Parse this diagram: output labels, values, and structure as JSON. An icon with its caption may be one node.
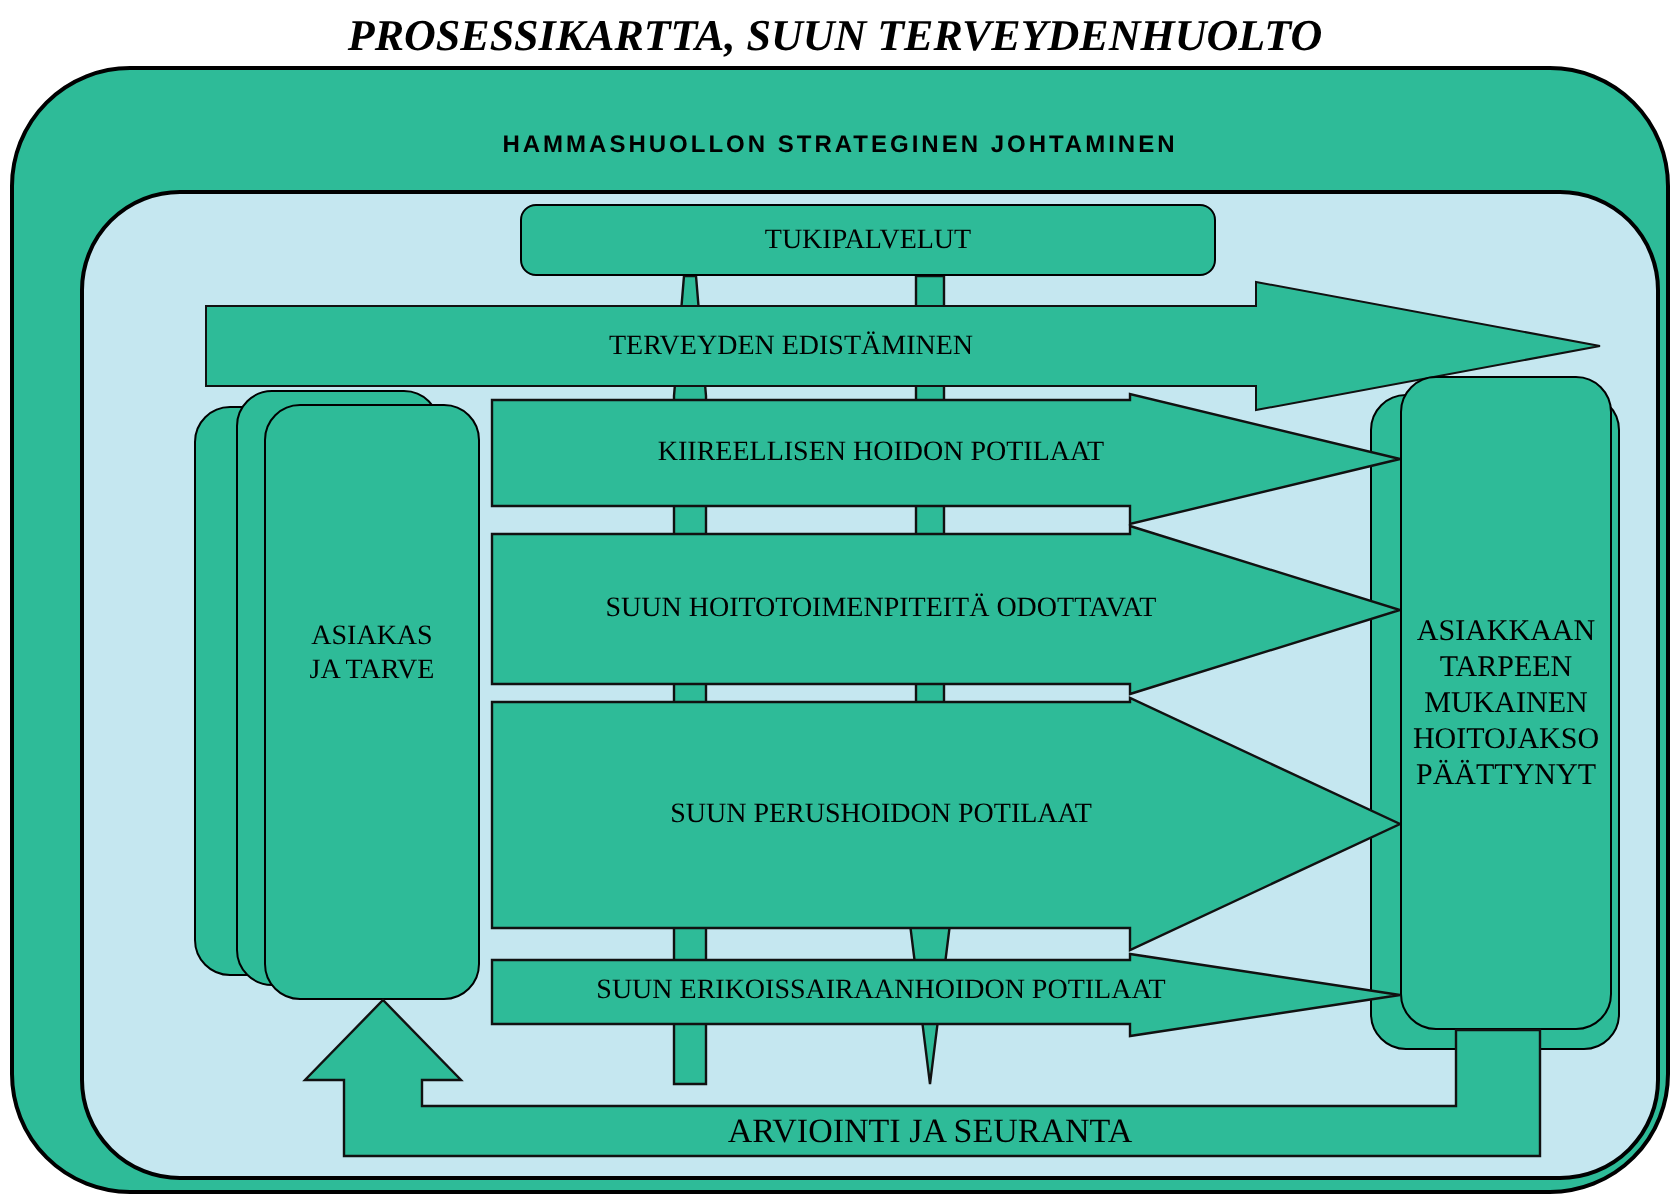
{
  "diagram": {
    "title": "PROSESSIKARTTA, SUUN TERVEYDENHUOLTO",
    "nodes": [
      {
        "text": [
          "HAMMASHUOLLON STRATEGINEN JOHTAMINEN"
        ]
      },
      {
        "text": [],
        "shape": "box",
        "in": 0
      },
      {
        "text": [
          "TUKIPALVELUT"
        ],
        "in": 1
      },
      {
        "text": [
          "TERVEYDEN EDISTÄMINEN"
        ],
        "in": 1
      },
      {
        "text": [
          "ASIAKAS JA TARVE"
        ],
        "in": 1
      },
      {
        "text": [
          "ASIAKKAAN TARPEEN MUKAINEN HOITOJAKSO PÄÄTTYNYT"
        ],
        "in": 1
      }
    ],
    "edges": [
      {
        "from": 2,
        "to": null,
        "arrow": "none",
        "style": "thick"
      },
      {
        "from": 2,
        "to": null,
        "arrow": "to",
        "style": "thick"
      },
      {
        "from": 5,
        "to": 4,
        "arrow": "to",
        "style": "thick",
        "label": "ARVIOINTI JA SEURANTA"
      },
      {
        "from": 4,
        "to": 5,
        "arrow": "to",
        "style": "thick",
        "label": "KIIREELLISEN HOIDON POTILAAT"
      },
      {
        "from": 4,
        "to": 5,
        "arrow": "to",
        "style": "thick",
        "label": "SUUN HOITOTOIMENPITEITÄ ODOTTAVAT"
      },
      {
        "from": 4,
        "to": 5,
        "arrow": "to",
        "style": "thick",
        "label": "SUUN PERUSHOIDON POTILAAT"
      },
      {
        "from": 4,
        "to": 5,
        "arrow": "to",
        "style": "thick",
        "label": "SUUN ERIKOISSAIRAANHOIDON POTILAAT"
      }
    ]
  }
}
